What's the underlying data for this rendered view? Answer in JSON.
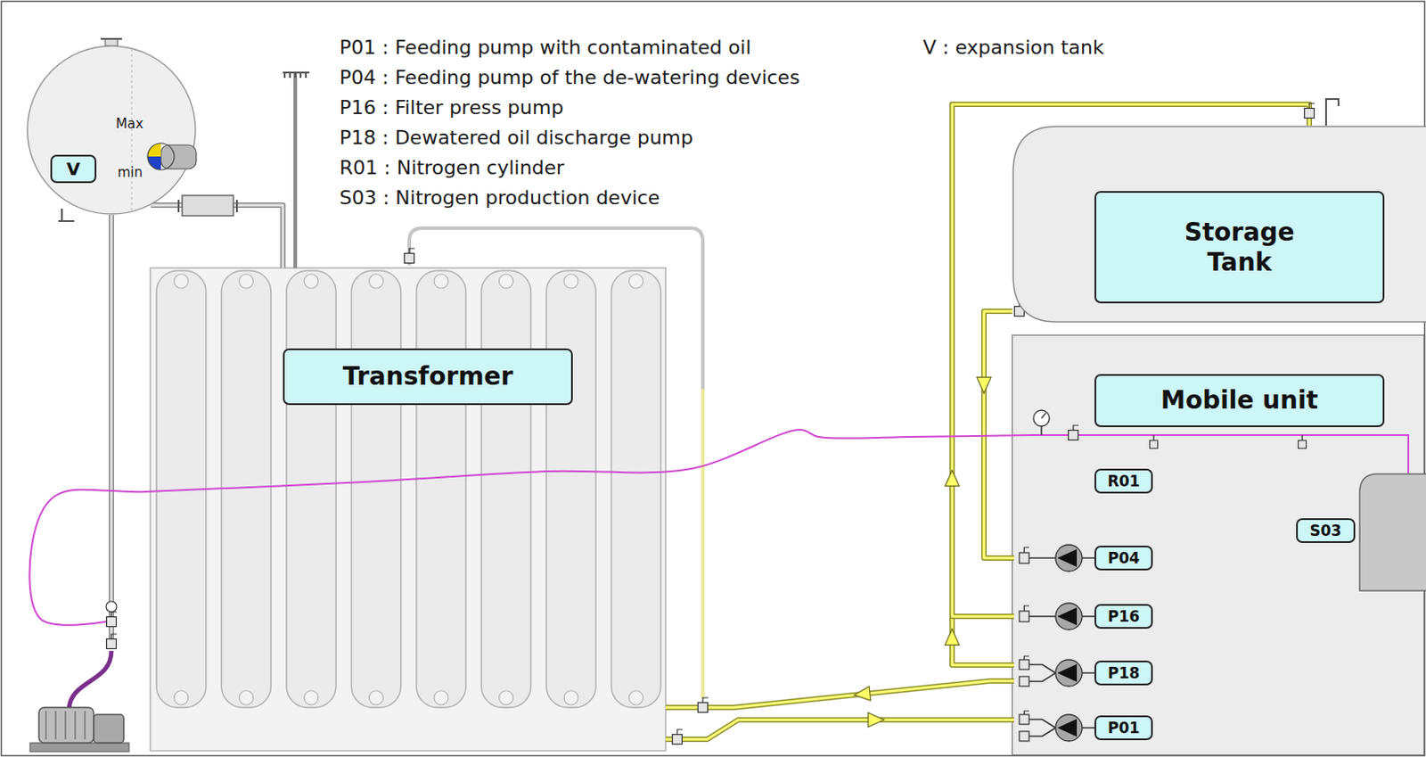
{
  "diagram": {
    "nodes": [
      {
        "text": [
          "V"
        ]
      },
      {
        "text": [
          "Transformer"
        ]
      },
      {
        "text": [
          "Storage Tank"
        ]
      },
      {
        "text": [
          "Mobile unit"
        ]
      },
      {
        "text": [
          "R01"
        ],
        "in": 3
      },
      {
        "text": [
          "S03"
        ],
        "in": 3
      },
      {
        "text": [
          "P04"
        ],
        "in": 3
      },
      {
        "text": [
          "P16"
        ],
        "in": 3
      },
      {
        "text": [
          "P18"
        ],
        "in": 3
      },
      {
        "text": [
          "P01"
        ],
        "in": 3
      }
    ],
    "edges": [
      {
        "from": 1,
        "to": 9,
        "arrow": "to"
      },
      {
        "from": 8,
        "to": 1,
        "arrow": "to"
      },
      {
        "from": 2,
        "to": 6,
        "arrow": "to"
      },
      {
        "from": 8,
        "to": 2,
        "arrow": "to"
      },
      {
        "from": 7,
        "to": 2,
        "arrow": "to"
      },
      {
        "from": 0,
        "to": 1,
        "arrow": "none"
      }
    ],
    "labels": [
      "P01 : Feeding pump with contaminated oil",
      "P04 : Feeding pump of the de-watering devices",
      "P16 : Filter press pump",
      "P18 : Dewatered oil discharge pump",
      "R01 : Nitrogen cylinder",
      "S03 : Nitrogen production device",
      "V : expansion tank",
      "Max",
      "min"
    ]
  }
}
